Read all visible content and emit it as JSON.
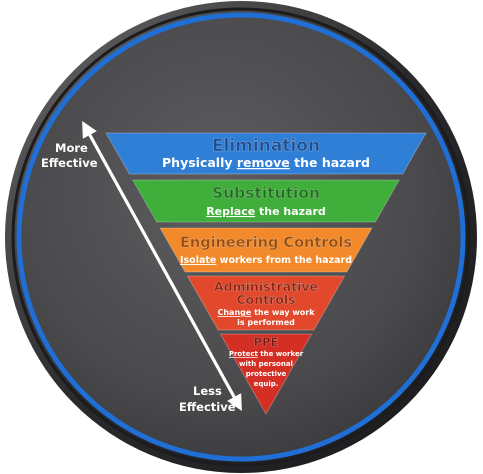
{
  "diagram": {
    "arrow": {
      "top_label_line1": "More",
      "top_label_line2": "Effective",
      "bottom_label_line1": "Less",
      "bottom_label_line2": "Effective"
    },
    "levels": [
      {
        "title": "Elimination",
        "desc_lines": [
          "Physically remove the hazard"
        ],
        "emphasis": "remove",
        "color": "#2f7fd6",
        "title_color": "#1d4f96"
      },
      {
        "title": "Substitution",
        "desc_lines": [
          "Replace the hazard"
        ],
        "emphasis": "Replace",
        "color": "#3fae3a",
        "title_color": "#1f6e1c"
      },
      {
        "title": "Engineering Controls",
        "desc_lines": [
          "Isolate workers from the hazard"
        ],
        "emphasis": "Isolate",
        "color": "#f28a2c",
        "title_color": "#9a4a08"
      },
      {
        "title_lines": [
          "Administrative",
          "Controls"
        ],
        "desc_lines": [
          "Change the way work",
          "is performed"
        ],
        "emphasis": "Change",
        "color": "#e2492c",
        "title_color": "#8a1f0c"
      },
      {
        "title": "PPE",
        "desc_lines": [
          "Protect the worker",
          "with personal",
          "protective",
          "equip."
        ],
        "emphasis": "Protect",
        "color": "#d42f24",
        "title_color": "#7a1410"
      }
    ],
    "colors": {
      "disc": "#4a4a4c",
      "disc_rim": "#2d2d2f",
      "ring": "#1f6fd6"
    }
  }
}
